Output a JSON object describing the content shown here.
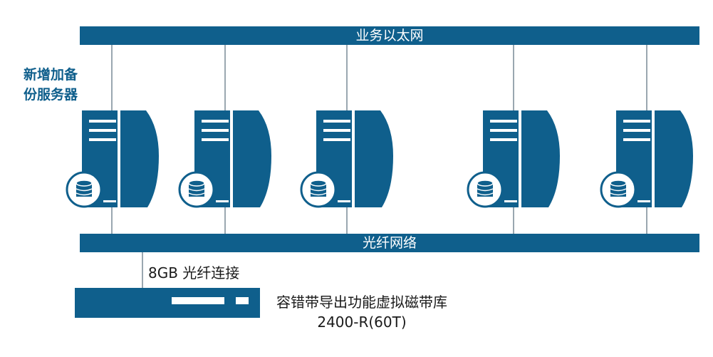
{
  "diagram": {
    "top_network_label": "业务以太网",
    "bottom_network_label": "光纤网络",
    "new_server_label_line1": "新增加备",
    "new_server_label_line2": "份服务器",
    "connection_label": "8GB 光纤连接",
    "library_name": "容错带导出功能虚拟磁带库",
    "library_model": "2400-R(60T)",
    "server_count": 5
  },
  "colors": {
    "primary": "#0f5f8c",
    "white": "#ffffff",
    "text": "#1a1a1a"
  },
  "icons": {
    "server": "server-tower-icon",
    "database": "database-icon",
    "tape_library": "tape-library-icon"
  }
}
